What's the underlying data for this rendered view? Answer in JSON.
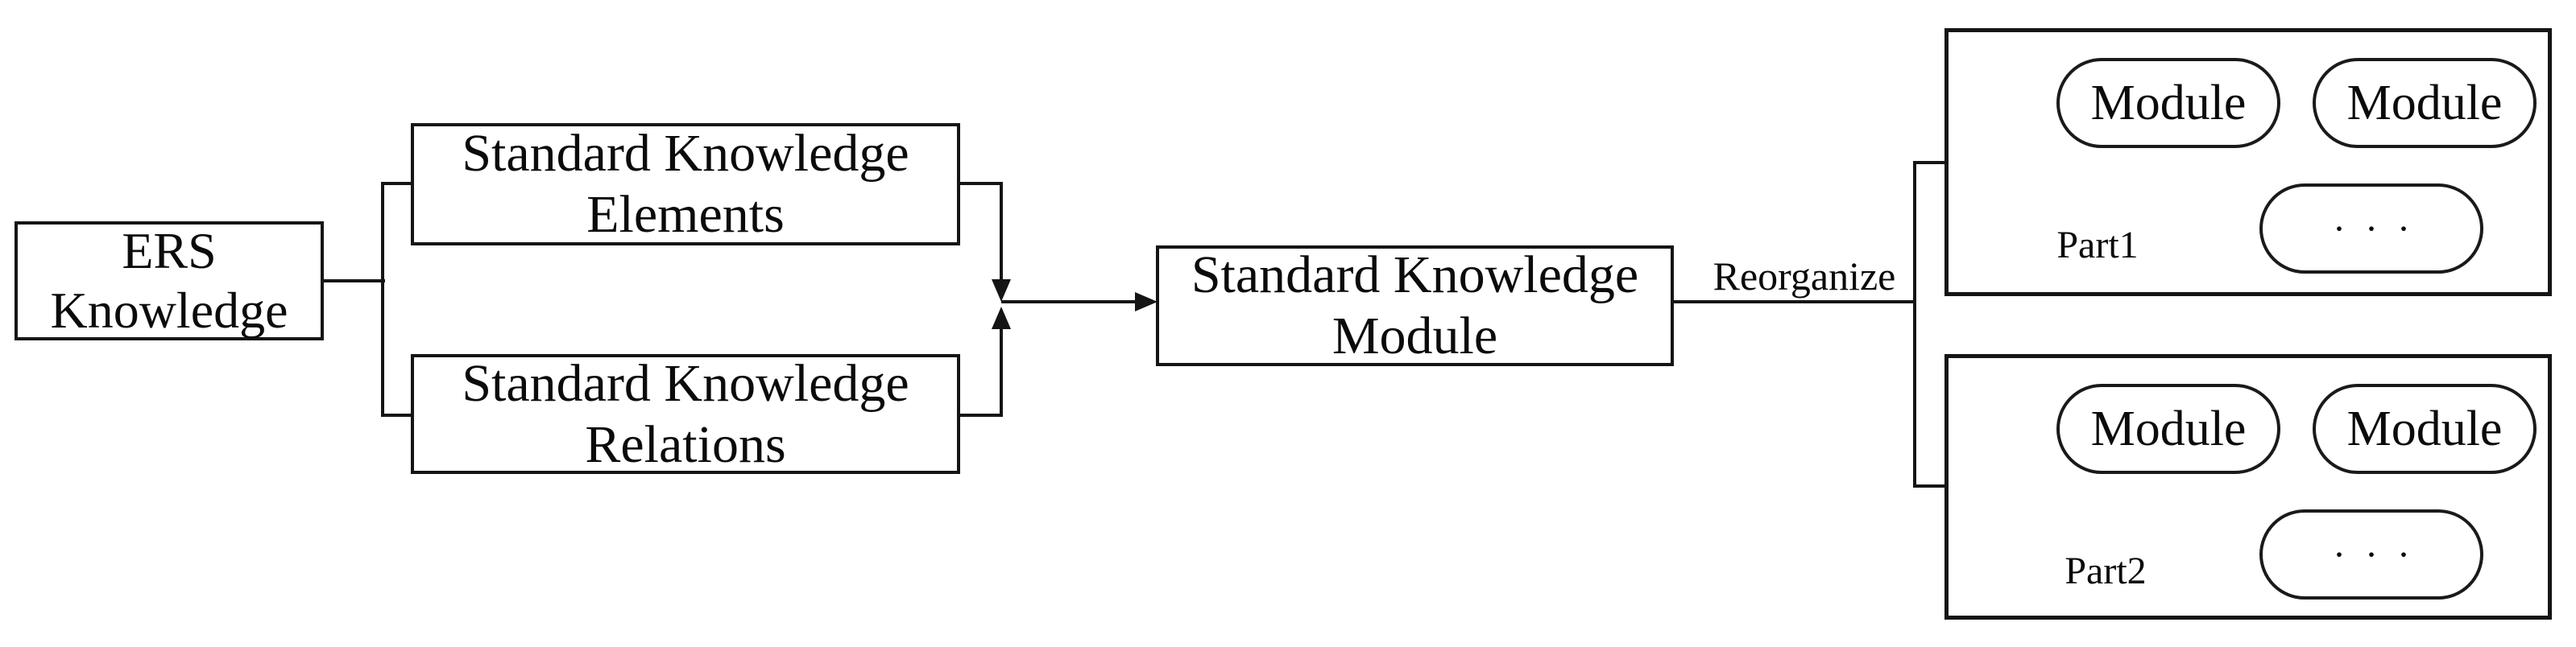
{
  "colors": {
    "line": "#151515",
    "background": "#ffffff",
    "text": "#0b0b0b"
  },
  "nodes": {
    "ers": {
      "line1": "ERS",
      "line2": "Knowledge"
    },
    "elements": {
      "line1": "Standard Knowledge",
      "line2": "Elements"
    },
    "relations": {
      "line1": "Standard Knowledge",
      "line2": "Relations"
    },
    "module": {
      "line1": "Standard Knowledge",
      "line2": "Module"
    }
  },
  "edge_label": "Reorganize",
  "panels": {
    "part1": {
      "label": "Part1",
      "modules": [
        "Module",
        "Module"
      ],
      "ellipsis": "· · ·"
    },
    "part2": {
      "label": "Part2",
      "modules": [
        "Module",
        "Module"
      ],
      "ellipsis": "· · ·"
    }
  }
}
